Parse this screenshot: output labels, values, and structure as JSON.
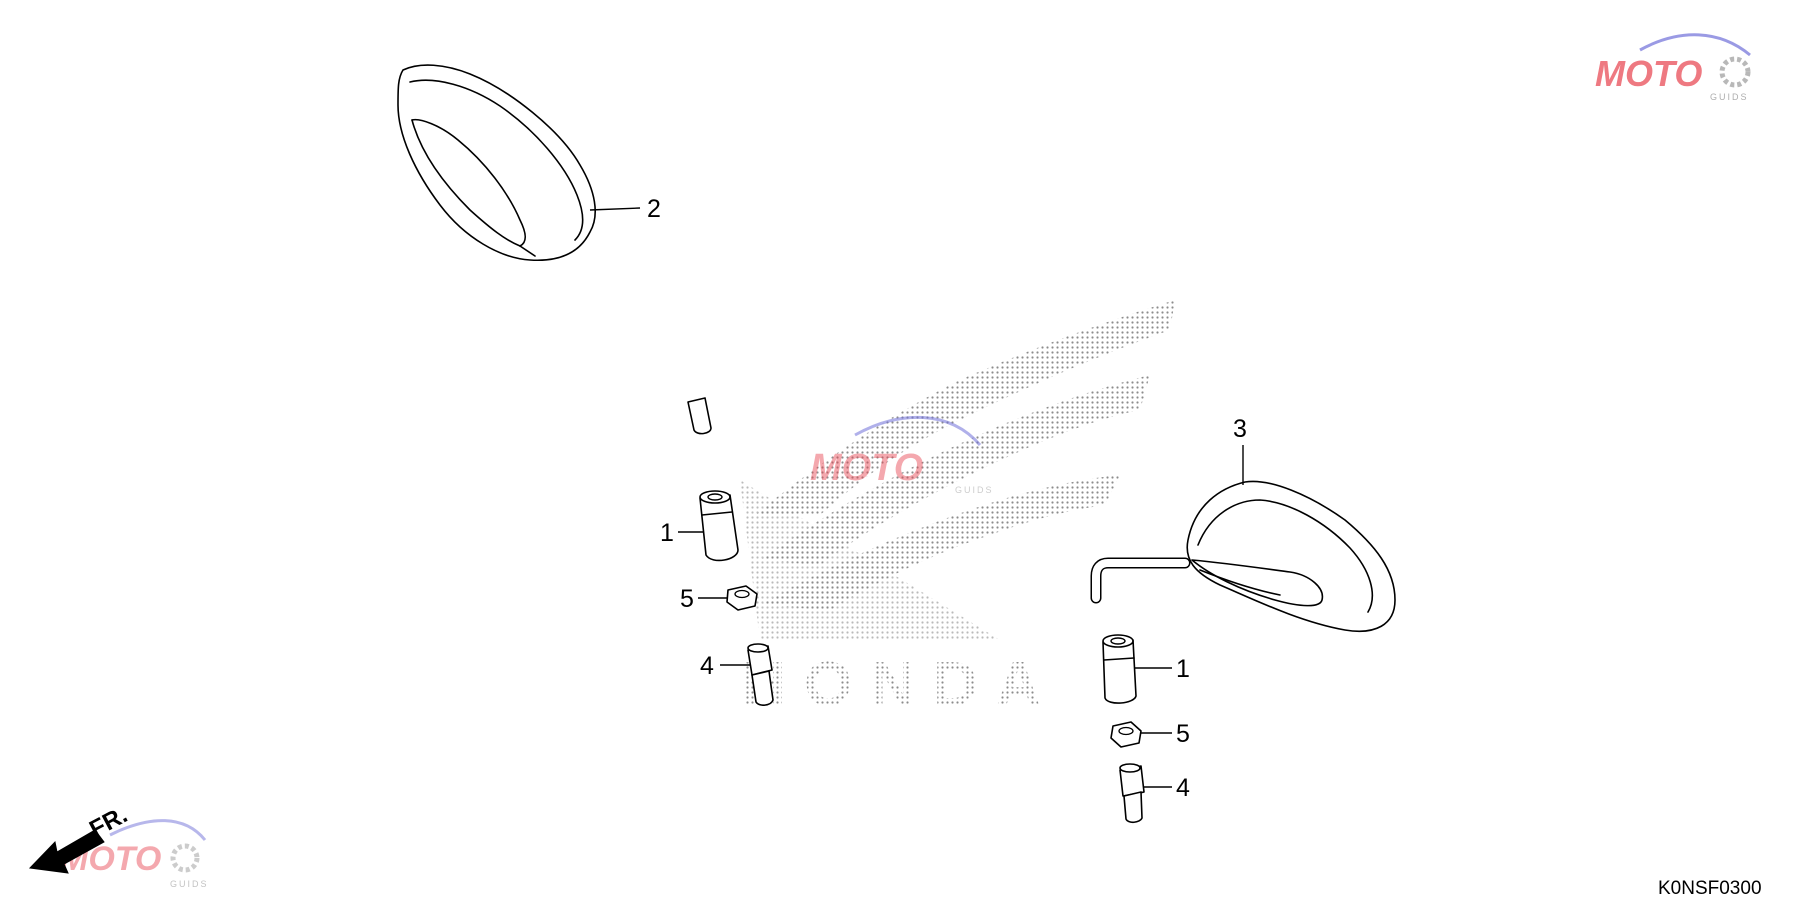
{
  "diagram": {
    "code": "K0NSF0300",
    "direction_label": "FR.",
    "callouts": {
      "mirror_left": "2",
      "mirror_right": "3",
      "adapter_left": "1",
      "adapter_right": "1",
      "nut_left": "5",
      "nut_right": "5",
      "bolt_left": "4",
      "bolt_right": "4"
    },
    "background_logo_text": "HONDA"
  },
  "watermark": {
    "text": "MOTO",
    "subtext": "GUIDS"
  },
  "colors": {
    "watermark_red": "#e8414d",
    "watermark_blue": "#6f6fd8",
    "watermark_gray": "#9a9a9a",
    "logo_dots": "#8c8c8c",
    "line": "#000000"
  }
}
